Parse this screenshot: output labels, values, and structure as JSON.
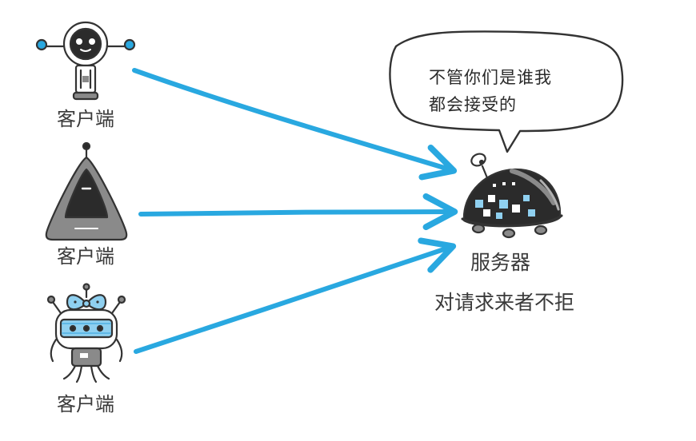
{
  "clients": [
    {
      "label": "客户端",
      "icon": "round-head-robot-icon"
    },
    {
      "label": "客户端",
      "icon": "triangle-robot-icon"
    },
    {
      "label": "客户端",
      "icon": "bow-robot-icon"
    }
  ],
  "server": {
    "label": "服务器",
    "caption": "对请求来者不拒",
    "icon": "dome-server-robot-icon"
  },
  "speech_bubble": {
    "lines": [
      "不管你们是谁我",
      "都会接受的"
    ]
  },
  "colors": {
    "arrow": "#29a8e0",
    "outline": "#333333",
    "body_gray": "#8a8a8a",
    "screen_dark": "#2b2b2b",
    "accent_blue": "#8fd0f0",
    "background": "#ffffff"
  }
}
